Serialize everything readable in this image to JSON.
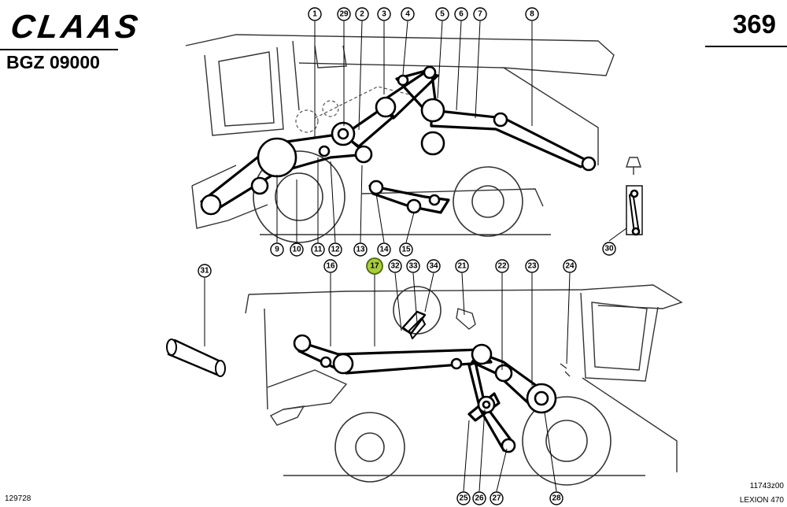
{
  "header": {
    "brand": "CLAAS",
    "code": "BGZ 09000",
    "page_number": "369"
  },
  "footer": {
    "left_id": "129728",
    "right_id": "11743z00",
    "model": "LEXION 470"
  },
  "callouts_top": [
    "1",
    "29",
    "2",
    "3",
    "4",
    "5",
    "6",
    "7",
    "8",
    "9",
    "10",
    "11",
    "12",
    "13",
    "14",
    "15",
    "30"
  ],
  "callouts_bottom": [
    "31",
    "16",
    "17",
    "32",
    "33",
    "34",
    "21",
    "22",
    "23",
    "24",
    "25",
    "26",
    "27",
    "28"
  ],
  "highlighted_callout": "17"
}
